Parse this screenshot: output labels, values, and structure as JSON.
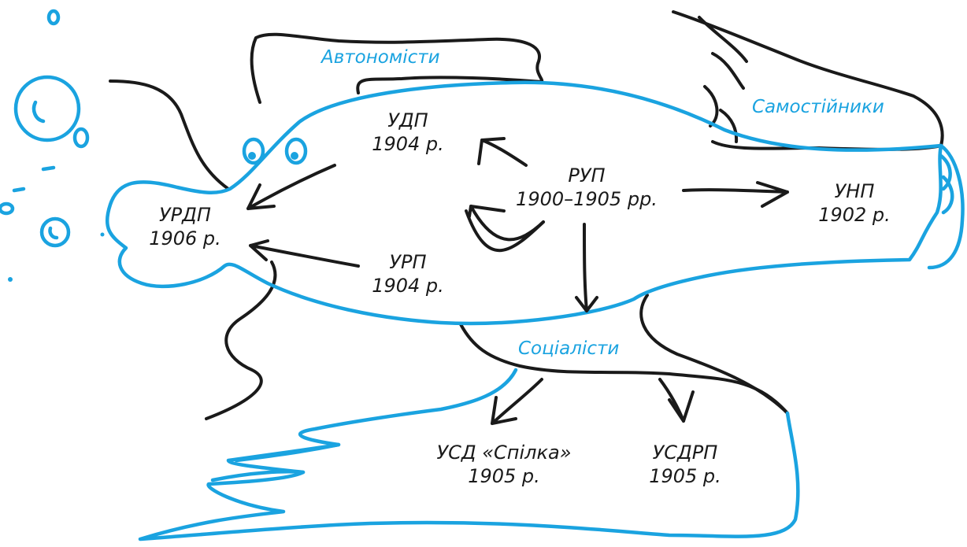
{
  "colors": {
    "accent": "#1aa3e0",
    "ink": "#1a1a1a"
  },
  "groups": {
    "autonomists": "Автономісти",
    "independents": "Самостійники",
    "socialists": "Соціалісти"
  },
  "nodes": {
    "rup": {
      "name": "РУП",
      "year": "1900–1905 рр."
    },
    "udp": {
      "name": "УДП",
      "year": "1904 р."
    },
    "urdp": {
      "name": "УРДП",
      "year": "1906 р."
    },
    "urp": {
      "name": "УРП",
      "year": "1904 р."
    },
    "unp": {
      "name": "УНП",
      "year": "1902 р."
    },
    "usd": {
      "name": "УСД «Спілка»",
      "year": "1905 р."
    },
    "usdrp": {
      "name": "УСДРП",
      "year": "1905 р."
    }
  },
  "edges": [
    [
      "rup",
      "udp"
    ],
    [
      "rup",
      "unp"
    ],
    [
      "rup",
      "urp"
    ],
    [
      "rup",
      "socialists"
    ],
    [
      "udp",
      "urdp"
    ],
    [
      "urp",
      "urdp"
    ],
    [
      "socialists",
      "usd"
    ],
    [
      "socialists",
      "usdrp"
    ]
  ]
}
